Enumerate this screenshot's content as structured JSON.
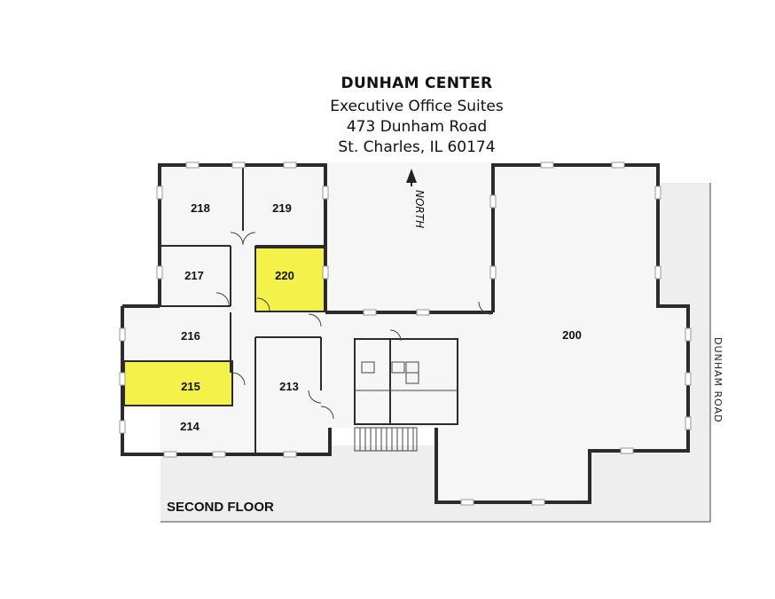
{
  "header": {
    "name": "DUNHAM CENTER",
    "subtitle": "Executive Office Suites",
    "street": "473 Dunham Road",
    "city": "St. Charles, IL 60174"
  },
  "compass": {
    "label": "NORTH"
  },
  "road": {
    "label": "DUNHAM ROAD"
  },
  "floor": {
    "label": "SECOND FLOOR"
  },
  "highlight_color": "#f4f24a",
  "rooms": [
    {
      "id": "218",
      "highlighted": false
    },
    {
      "id": "219",
      "highlighted": false
    },
    {
      "id": "217",
      "highlighted": false
    },
    {
      "id": "220",
      "highlighted": true
    },
    {
      "id": "216",
      "highlighted": false
    },
    {
      "id": "215",
      "highlighted": true
    },
    {
      "id": "214",
      "highlighted": false
    },
    {
      "id": "213",
      "highlighted": false
    },
    {
      "id": "200",
      "highlighted": false
    }
  ]
}
